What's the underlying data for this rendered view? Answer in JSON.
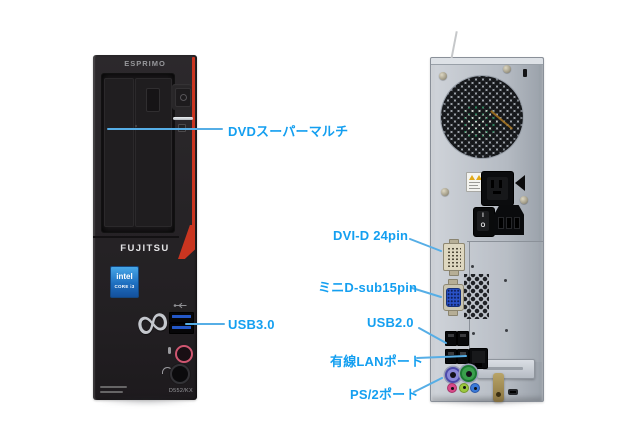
{
  "colors": {
    "label_blue": "#149ff0",
    "leader_blue": "#56aee6",
    "case_red": "#c93520"
  },
  "front": {
    "brand_top": "ESPRIMO",
    "brand_logo": "FUJITSU",
    "logo_glyph": "∞",
    "cpu_badge_brand": "intel",
    "cpu_badge_model": "CORE i3",
    "model_code": "D552/KX"
  },
  "back": {
    "switch_on": "I",
    "switch_off": "O"
  },
  "callouts": {
    "dvd": {
      "label": "DVDスーパーマルチ"
    },
    "usb3": {
      "label": "USB3.0"
    },
    "dvi": {
      "label": "DVI-D 24pin"
    },
    "dsub": {
      "label": "ミニD-sub15pin"
    },
    "usb2": {
      "label": "USB2.0"
    },
    "lan": {
      "label": "有線LANポート"
    },
    "ps2": {
      "label": "PS/2ポート"
    }
  }
}
